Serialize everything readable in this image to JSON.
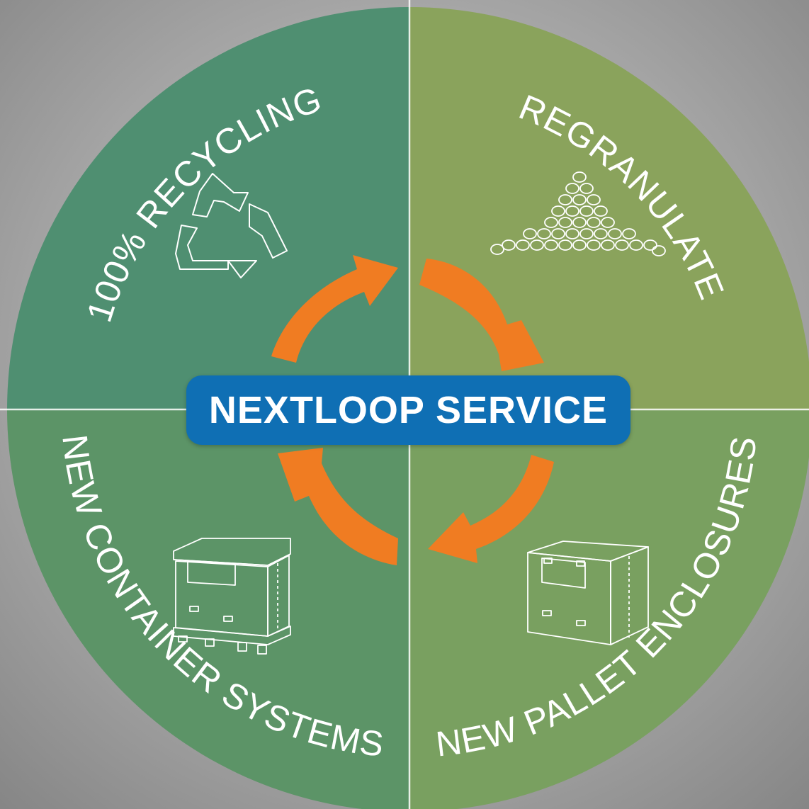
{
  "center": {
    "label": "NEXTLOOP SERVICE"
  },
  "quadrants": {
    "top_left": {
      "label": "100% RECYCLING",
      "icon": "recycle-icon"
    },
    "top_right": {
      "label": "REGRANULATE",
      "icon": "granules-icon"
    },
    "bottom_left": {
      "label": "NEW CONTAINER SYSTEMS",
      "icon": "pallet-container-icon"
    },
    "bottom_right": {
      "label": "NEW PALLET ENCLOSURES",
      "icon": "pallet-enclosure-icon"
    }
  },
  "colors": {
    "background": "#9b9b9b",
    "top_left": "#4f8f71",
    "top_right": "#8aa35c",
    "bottom_left": "#5c9467",
    "bottom_right": "#79a060",
    "arrows": "#f07c22",
    "badge": "#0f6fb4",
    "text": "#ffffff"
  }
}
